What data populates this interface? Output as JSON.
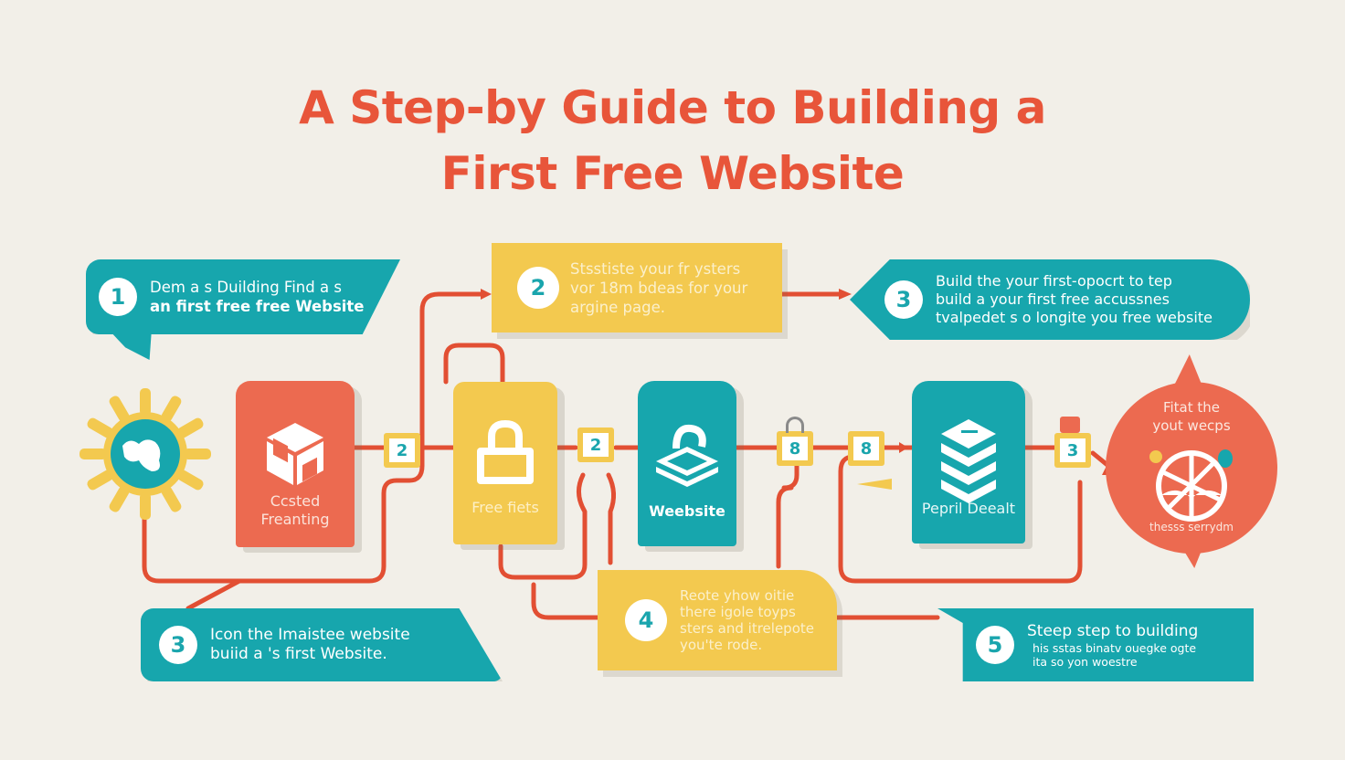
{
  "title": {
    "line1": "A Step-by Guide to Building a",
    "line2": "First Free Website"
  },
  "colors": {
    "background": "#f2efe8",
    "title": "#e8553a",
    "teal": "#17a6ad",
    "yellow": "#f3c94f",
    "coral": "#ec6a50",
    "connector": "#e24f33"
  },
  "callouts": [
    {
      "number": "1",
      "color": "teal",
      "lines": [
        "Dem a s Duilding Find a s",
        "an first free free Website"
      ]
    },
    {
      "number": "2",
      "color": "yellow",
      "lines": [
        "Stsstiste your fr ysters",
        "vor 18m bdeas for your",
        "argine page."
      ]
    },
    {
      "number": "3",
      "color": "teal",
      "lines": [
        "Build the your first-opocrt to tep",
        "build a your first free accussnes",
        "tvalpedet s o longite you free website"
      ]
    },
    {
      "number": "3",
      "color": "teal",
      "lines": [
        "Icon the Imaistee website",
        "buiid a 's first Website."
      ]
    },
    {
      "number": "4",
      "color": "yellow",
      "lines": [
        "Reote yhow  oitie",
        "there igole toyps",
        "sters and itrelepote",
        "you'te rode."
      ]
    },
    {
      "number": "5",
      "color": "teal",
      "lines": [
        "Steep step to building",
        "his sstas binatv ouegke ogte",
        "ita so yon woestre"
      ]
    }
  ],
  "tiles": [
    {
      "icon": "box-icon",
      "label_lines": [
        "Ccsted",
        "Freanting"
      ]
    },
    {
      "icon": "lock-icon",
      "label_lines": [
        "Free fiets"
      ]
    },
    {
      "icon": "tray-icon",
      "label_lines": [
        "Weebsite"
      ]
    },
    {
      "icon": "stack-icon",
      "label_lines": [
        "Pepril Deealt"
      ]
    }
  ],
  "badges": [
    "2",
    "2",
    "8",
    "8",
    "3"
  ],
  "bubble": {
    "line1": "Fitat the",
    "line2": "yout wecps",
    "caption": "thesss serrydm",
    "icon": "globe-leaf-icon"
  },
  "start_icon": "sun-globe-icon"
}
